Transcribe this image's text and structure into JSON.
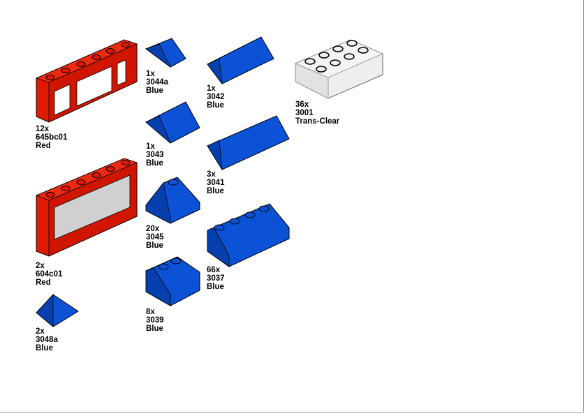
{
  "colors": {
    "blue": "#0b52d6",
    "blue_dark": "#0640ae",
    "blue_light": "#1d66ea",
    "red": "#e01a00",
    "red_dark": "#b81200",
    "clear": "#eeeeee",
    "pane": "#d0d0d0"
  },
  "parts": [
    {
      "qty": "12x",
      "id": "645bc01",
      "color": "Red"
    },
    {
      "qty": "2x",
      "id": "604c01",
      "color": "Red"
    },
    {
      "qty": "2x",
      "id": "3048a",
      "color": "Blue"
    },
    {
      "qty": "1x",
      "id": "3044a",
      "color": "Blue"
    },
    {
      "qty": "1x",
      "id": "3043",
      "color": "Blue"
    },
    {
      "qty": "20x",
      "id": "3045",
      "color": "Blue"
    },
    {
      "qty": "8x",
      "id": "3039",
      "color": "Blue"
    },
    {
      "qty": "1x",
      "id": "3042",
      "color": "Blue"
    },
    {
      "qty": "3x",
      "id": "3041",
      "color": "Blue"
    },
    {
      "qty": "66x",
      "id": "3037",
      "color": "Blue"
    },
    {
      "qty": "36x",
      "id": "3001",
      "color": "Trans-Clear"
    }
  ]
}
